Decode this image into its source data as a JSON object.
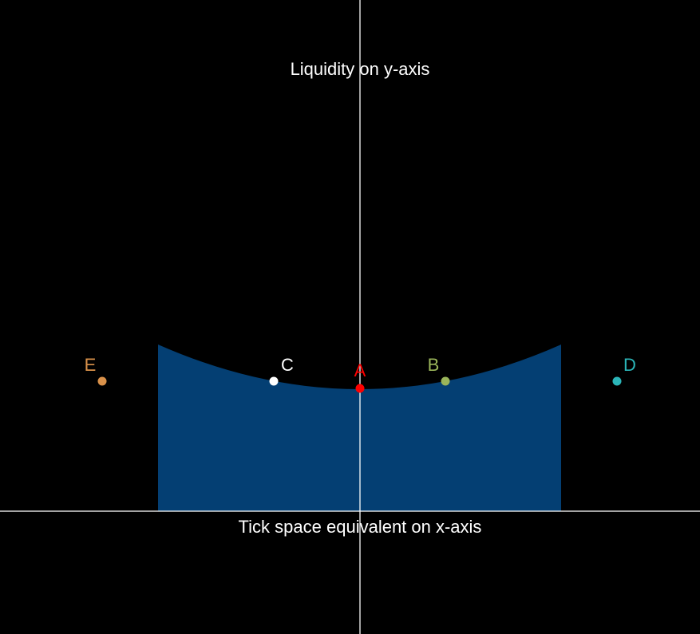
{
  "labels": {
    "y_axis": "Liquidity on y-axis",
    "x_axis": "Tick space equivalent on x-axis"
  },
  "colors": {
    "background": "#000000",
    "axes": "#ffffff",
    "area_fill": "#043f73"
  },
  "points": [
    {
      "id": "A",
      "label": "A",
      "color": "#ff0000"
    },
    {
      "id": "B",
      "label": "B",
      "color": "#9ab55a"
    },
    {
      "id": "C",
      "label": "C",
      "color": "#ffffff"
    },
    {
      "id": "D",
      "label": "D",
      "color": "#2bb5b8"
    },
    {
      "id": "E",
      "label": "E",
      "color": "#d9914a"
    }
  ]
}
